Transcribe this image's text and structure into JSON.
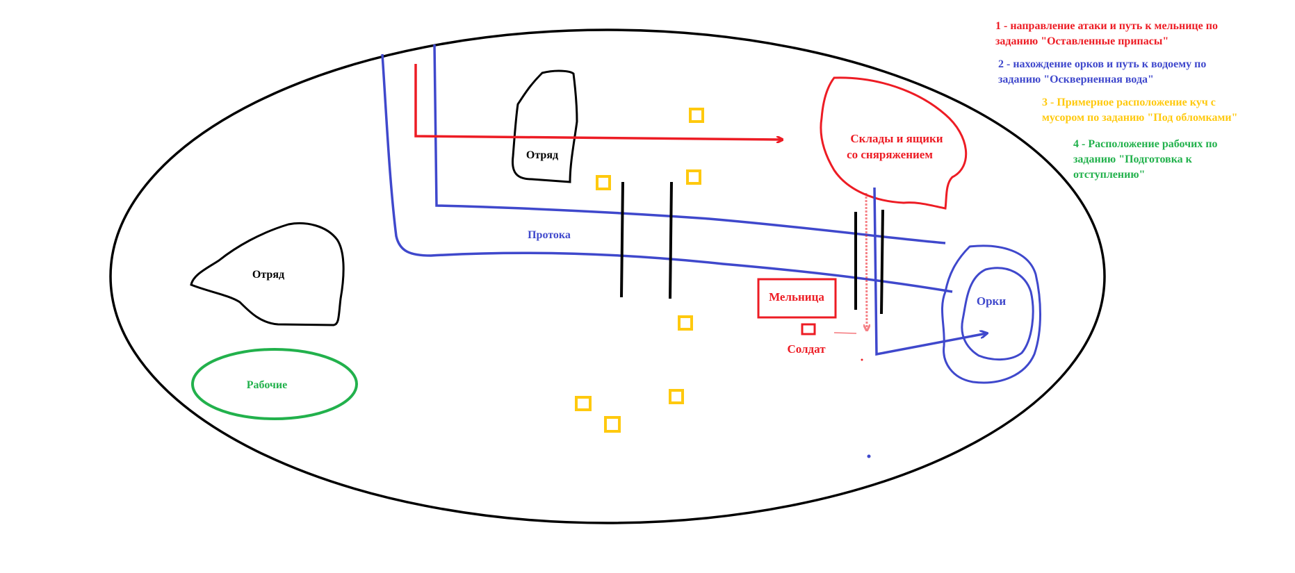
{
  "colors": {
    "red": "#ed1c24",
    "blue": "#3f48cc",
    "yellow": "#ffc90e",
    "green": "#22b14c",
    "black": "#000000"
  },
  "map": {
    "squad_upper": "Отряд",
    "squad_left": "Отряд",
    "workers": "Рабочие",
    "channel": "Протока",
    "warehouses_line1": "Склады и ящики",
    "warehouses_line2": "со сняряжением",
    "mill": "Мельница",
    "soldier": "Солдат",
    "orcs": "Орки",
    "debris_count": 7
  },
  "legend": {
    "item1": {
      "line1": "1 - направление атаки и путь к мельнице по",
      "line2": "заданию \"Оставленные припасы\"",
      "color": "#ed1c24"
    },
    "item2": {
      "line1": "2 - нахождение орков и путь к водоему по",
      "line2": "заданию \"Оскверненная вода\"",
      "color": "#3f48cc"
    },
    "item3": {
      "line1": "3 - Примерное расположение куч с",
      "line2": "мусором по заданию \"Под обломками\"",
      "color": "#ffc90e"
    },
    "item4": {
      "line1": "4 - Расположение рабочих по",
      "line2": "заданию \"Подготовка к",
      "line3": "отступлению\"",
      "color": "#22b14c"
    }
  }
}
